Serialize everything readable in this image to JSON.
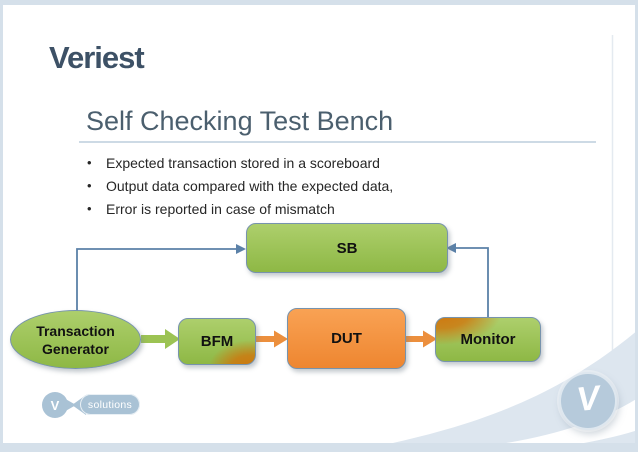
{
  "brand": {
    "logo_text": "Veriest"
  },
  "title": "Self Checking Test Bench",
  "bullet_char": "•",
  "bullets": [
    "Expected transaction stored in a scoreboard",
    "Output data compared with the expected data,",
    "Error is reported in case of mismatch"
  ],
  "diagram": {
    "sb_label": "SB",
    "tg_label": "Transaction Generator",
    "bfm_label": "BFM",
    "dut_label": "DUT",
    "monitor_label": "Monitor"
  },
  "footer": {
    "logo_v": "V",
    "logo_label": "solutions",
    "badge_v": "V"
  },
  "colors": {
    "frame": "#d5e0ea",
    "sweep": "#dde6ef",
    "green-light": "#adcf6c",
    "green-dark": "#8eb845",
    "shape-border": "#7793ad",
    "orange-light": "#f9a254",
    "orange-dark": "#ee8630",
    "orange-deep": "#d0750c",
    "arrow-green": "#9cc353",
    "arrow-orange": "#ec8f3d",
    "connector": "#5b81a8",
    "title-color": "#4b5f6e",
    "text-color": "#262626",
    "brand-color": "#3d5166",
    "logo-blue": "#a9c2d5",
    "badge-blue": "#b6cadb"
  }
}
